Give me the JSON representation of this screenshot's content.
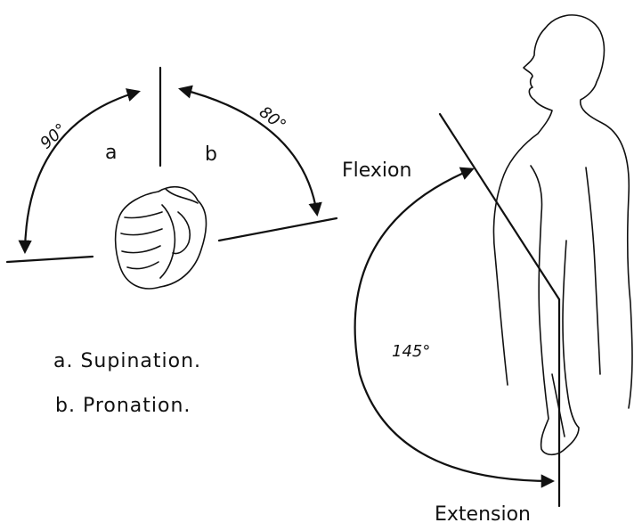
{
  "forearm_rotation": {
    "angle_a": "90°",
    "angle_b": "80°",
    "label_a": "a",
    "label_b": "b",
    "legend": [
      "a. Supination.",
      "b. Pronation."
    ]
  },
  "elbow_motion": {
    "flexion_label": "Flexion",
    "extension_label": "Extension",
    "angle": "145°"
  },
  "colors": {
    "ink": "#111111",
    "background": "#ffffff"
  }
}
